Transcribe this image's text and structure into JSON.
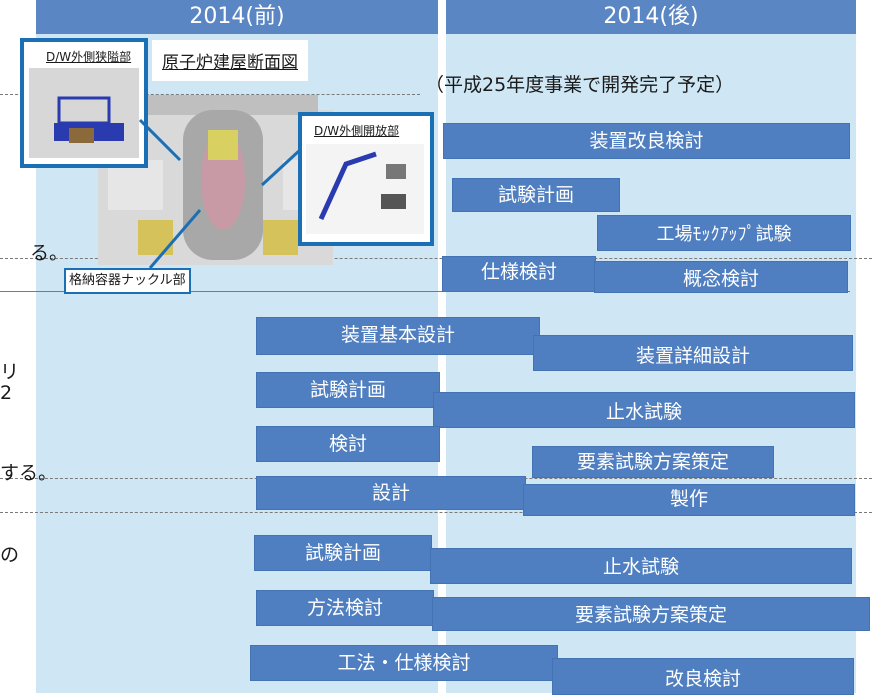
{
  "header": {
    "before": "2014(前)",
    "after": "2014(後)"
  },
  "note": "（平成25年度事業で開発完了予定）",
  "figure": {
    "title": "原子炉建屋断面図",
    "dw_narrow": "D/W外側狭隘部",
    "dw_open": "D/W外側開放部",
    "knuckle": "格納容器ナックル部"
  },
  "left_fragments": [
    "る。",
    "リ",
    "2",
    "する。",
    "の"
  ],
  "bars": [
    "装置改良検討",
    "試験計画",
    "工場ﾓｯｸｱｯﾌﾟ試験",
    "仕様検討",
    "概念検討",
    "装置基本設計",
    "装置詳細設計",
    "試験計画",
    "止水試験",
    "検討",
    "要素試験方案策定",
    "設計",
    "製作",
    "試験計画",
    "止水試験",
    "方法検討",
    "要素試験方案策定",
    "工法・仕様検討",
    "改良検討"
  ],
  "colors": {
    "column_bg": "#cfe7f5",
    "header_bg": "#5b86c4",
    "bar_bg": "#4f7fc0",
    "callout_border": "#1b6fb5"
  }
}
